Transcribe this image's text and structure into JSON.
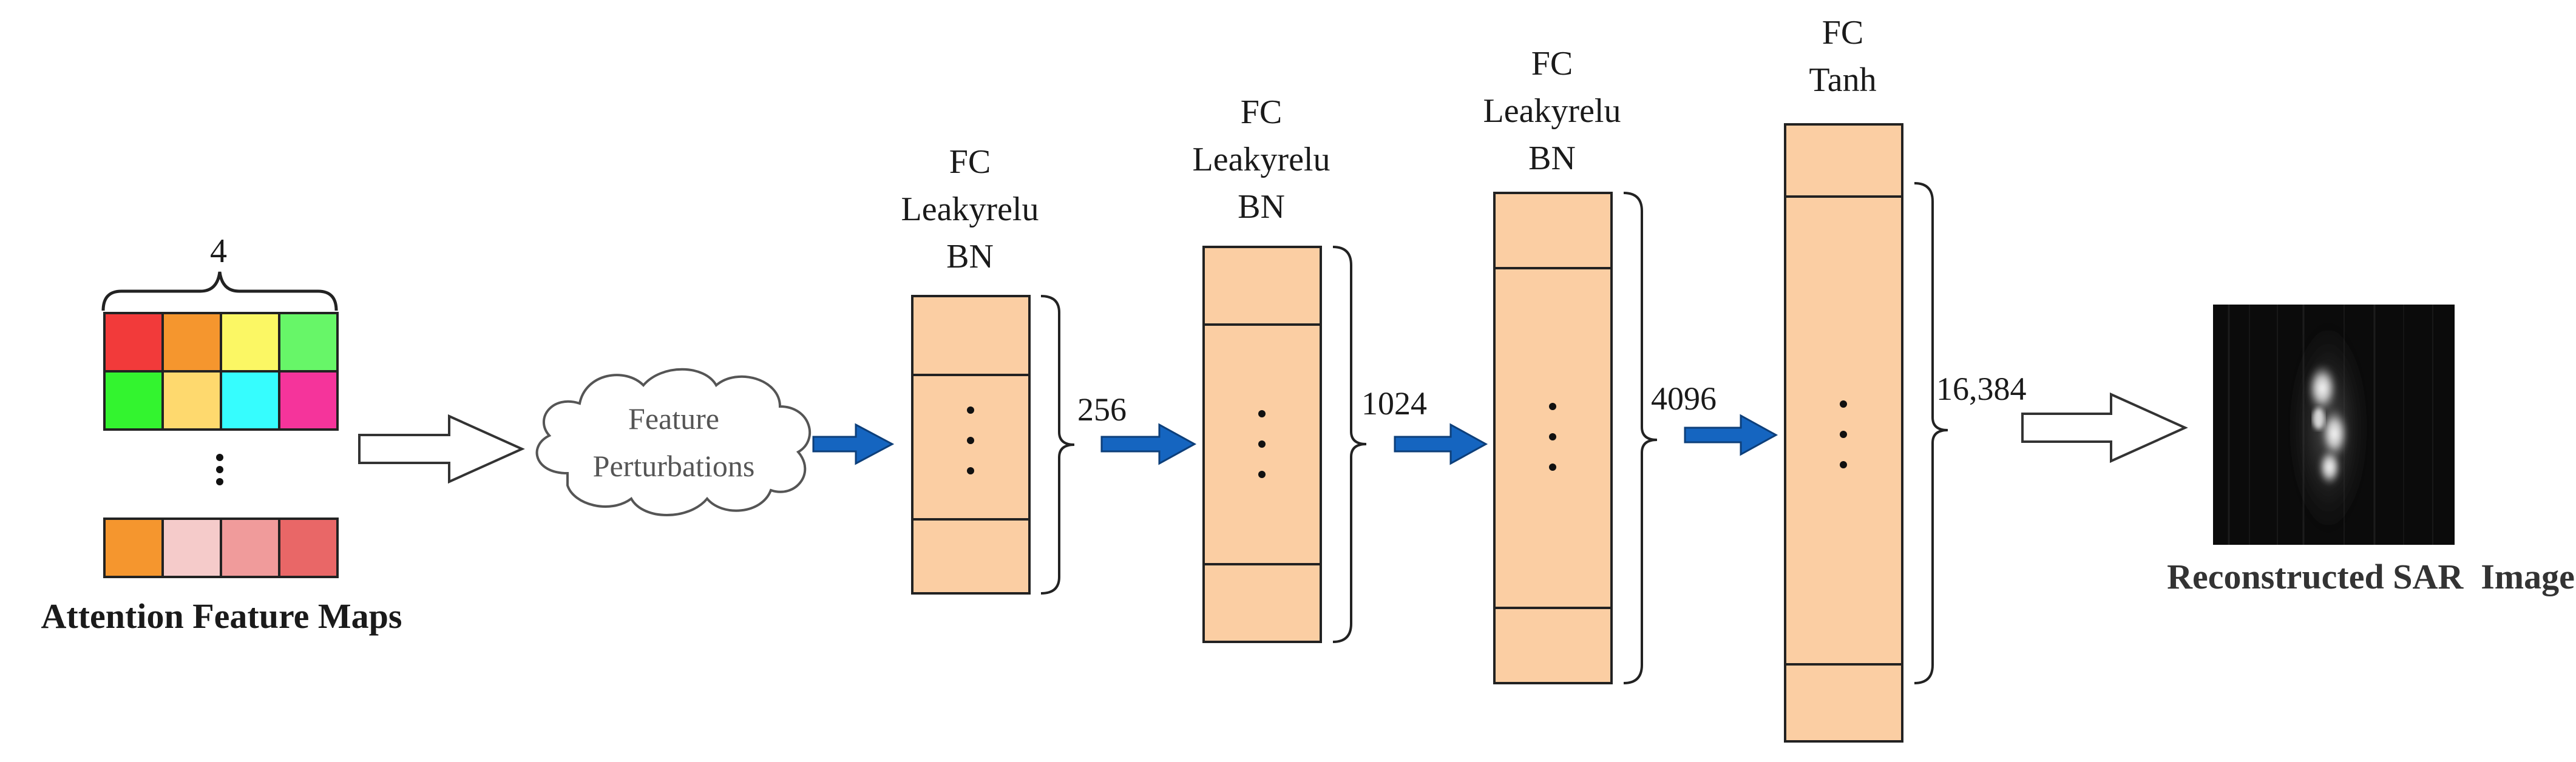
{
  "attention": {
    "count_label": "4",
    "caption": "Attention Feature Maps",
    "row1_colors": [
      "#f23a3a",
      "#f5962e",
      "#fbf764",
      "#67f668"
    ],
    "row2_colors": [
      "#33f42f",
      "#fed96e",
      "#36fdfe",
      "#f5349b"
    ],
    "last_row_colors": [
      "#f5962e",
      "#f5cbca",
      "#f09b9b",
      "#e96767"
    ],
    "ellipsis": "⋮"
  },
  "perturbation": {
    "line1": "Feature",
    "line2": "Perturbations"
  },
  "layers": [
    {
      "lines": [
        "FC",
        "Leakyrelu",
        "BN"
      ],
      "size_label": "256"
    },
    {
      "lines": [
        "FC",
        "Leakyrelu",
        "BN"
      ],
      "size_label": "1024"
    },
    {
      "lines": [
        "FC",
        "Leakyrelu",
        "BN"
      ],
      "size_label": "4096"
    },
    {
      "lines": [
        "FC",
        "Tanh"
      ],
      "size_label": "16,384"
    }
  ],
  "output": {
    "caption": "Reconstructed SAR  Image"
  },
  "colors": {
    "layer_fill": "#fbcea3",
    "arrow_blue": "#1565c0",
    "stroke": "#222222"
  }
}
